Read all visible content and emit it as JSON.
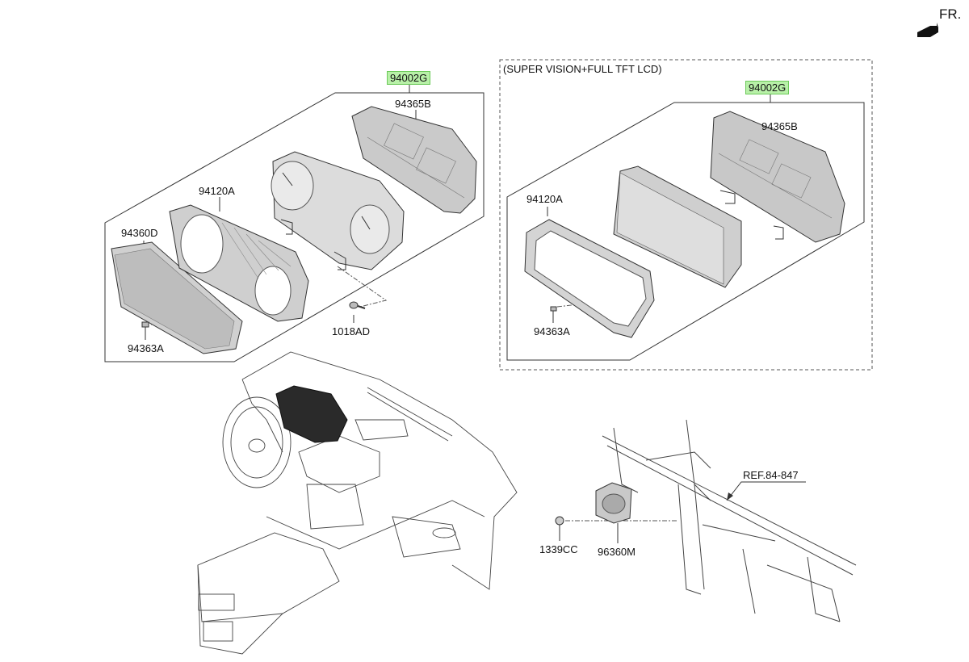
{
  "header": {
    "direction_label": "FR."
  },
  "variant_note": "(SUPER VISION+FULL TFT LCD)",
  "parts": {
    "assembly_left": "94002G",
    "case_left": "94365B",
    "mask_left": "94120A",
    "window_left": "94360D",
    "clip_left": "94363A",
    "screw": "1018AD",
    "assembly_right": "94002G",
    "case_right": "94365B",
    "mask_right": "94120A",
    "clip_right": "94363A",
    "nut": "1339CC",
    "speaker": "96360M",
    "reference": "REF.84-847"
  },
  "colors": {
    "highlight": "#b8f0a8",
    "line": "#333333",
    "part_fill": "#d4d4d4"
  }
}
